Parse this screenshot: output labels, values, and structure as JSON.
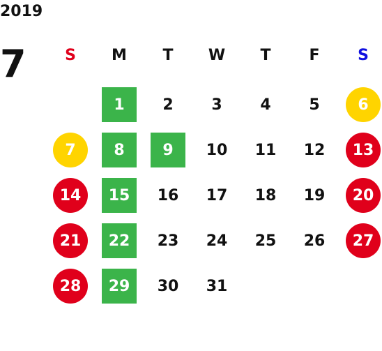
{
  "year": "2019",
  "month": "7",
  "colors": {
    "green": "#3bb44a",
    "red": "#e0001b",
    "yellow": "#ffd400",
    "sunday": "#e0001b",
    "saturday": "#1010e0",
    "text": "#111111"
  },
  "weekdays": [
    {
      "label": "S",
      "color": "#e0001b"
    },
    {
      "label": "M",
      "color": "#111111"
    },
    {
      "label": "T",
      "color": "#111111"
    },
    {
      "label": "W",
      "color": "#111111"
    },
    {
      "label": "T",
      "color": "#111111"
    },
    {
      "label": "F",
      "color": "#111111"
    },
    {
      "label": "S",
      "color": "#1010e0"
    }
  ],
  "weeks": [
    [
      null,
      {
        "d": "1",
        "s": "green"
      },
      {
        "d": "2"
      },
      {
        "d": "3"
      },
      {
        "d": "4"
      },
      {
        "d": "5"
      },
      {
        "d": "6",
        "s": "yellow"
      }
    ],
    [
      {
        "d": "7",
        "s": "yellow"
      },
      {
        "d": "8",
        "s": "green"
      },
      {
        "d": "9",
        "s": "green"
      },
      {
        "d": "10"
      },
      {
        "d": "11"
      },
      {
        "d": "12"
      },
      {
        "d": "13",
        "s": "red"
      }
    ],
    [
      {
        "d": "14",
        "s": "red"
      },
      {
        "d": "15",
        "s": "green"
      },
      {
        "d": "16"
      },
      {
        "d": "17"
      },
      {
        "d": "18"
      },
      {
        "d": "19"
      },
      {
        "d": "20",
        "s": "red"
      }
    ],
    [
      {
        "d": "21",
        "s": "red"
      },
      {
        "d": "22",
        "s": "green"
      },
      {
        "d": "23"
      },
      {
        "d": "24"
      },
      {
        "d": "25"
      },
      {
        "d": "26"
      },
      {
        "d": "27",
        "s": "red"
      }
    ],
    [
      {
        "d": "28",
        "s": "red"
      },
      {
        "d": "29",
        "s": "green"
      },
      {
        "d": "30"
      },
      {
        "d": "31"
      },
      null,
      null,
      null
    ]
  ]
}
